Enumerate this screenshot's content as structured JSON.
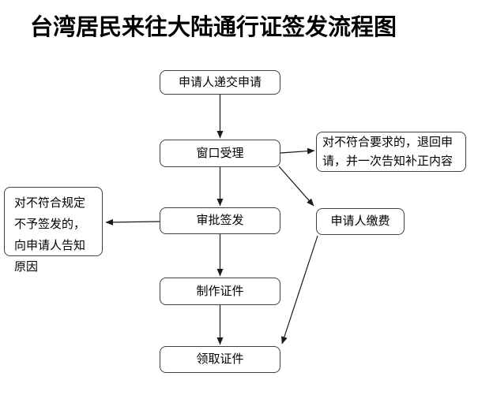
{
  "title": "台湾居民来往大陆通行证签发流程图",
  "flowchart": {
    "nodes": {
      "submit": {
        "label": "申请人递交申请"
      },
      "window": {
        "label": "窗口受理"
      },
      "reject_return": {
        "label": "对不符合要求的，退回申请，并一次告知补正内容"
      },
      "approve": {
        "label": "审批签发"
      },
      "notify_reason": {
        "label": "对不符合规定不予签发的，向申请人告知原因"
      },
      "pay": {
        "label": "申请人缴费"
      },
      "produce": {
        "label": "制作证件"
      },
      "receive": {
        "label": "领取证件"
      }
    },
    "edges": [
      "submit → window",
      "window → reject_return",
      "window → approve",
      "window → pay",
      "approve → notify_reason",
      "approve → produce",
      "produce → receive",
      "pay → receive"
    ],
    "colors": {
      "node_border": "#404040",
      "arrow": "#1a1a1a",
      "text": "#000000",
      "background": "#ffffff"
    }
  }
}
